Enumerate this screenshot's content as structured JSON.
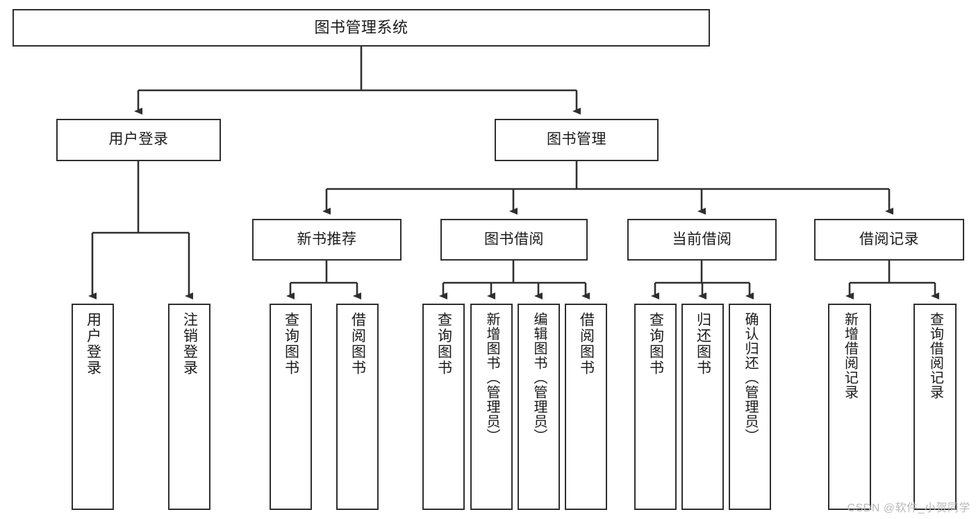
{
  "diagram": {
    "title": "图书管理系统",
    "type": "tree",
    "colors": {
      "box_border": "#2f2f2f",
      "box_fill": "#ffffff",
      "connector": "#2f2f2f",
      "text": "#1a1a1a",
      "watermark": "#b9b9b9"
    },
    "root": {
      "label": "图书管理系统"
    },
    "level2": [
      {
        "label": "用户登录"
      },
      {
        "label": "图书管理"
      }
    ],
    "level3": [
      {
        "label": "新书推荐"
      },
      {
        "label": "图书借阅"
      },
      {
        "label": "当前借阅"
      },
      {
        "label": "借阅记录"
      }
    ],
    "leaves": {
      "user_login": [
        {
          "label": "用户登录"
        },
        {
          "label": "注销登录"
        }
      ],
      "new_book": [
        {
          "label": "查询图书"
        },
        {
          "label": "借阅图书"
        }
      ],
      "book_borrow": [
        {
          "label": "查询图书"
        },
        {
          "label": "新增图书（管理员）"
        },
        {
          "label": "编辑图书（管理员）"
        },
        {
          "label": "借阅图书"
        }
      ],
      "current_borrow": [
        {
          "label": "查询图书"
        },
        {
          "label": "归还图书"
        },
        {
          "label": "确认归还（管理员）"
        }
      ],
      "borrow_record": [
        {
          "label": "新增借阅记录"
        },
        {
          "label": "查询借阅记录"
        }
      ]
    }
  },
  "watermark": {
    "text": "CSDN @软件_小贺同学"
  }
}
